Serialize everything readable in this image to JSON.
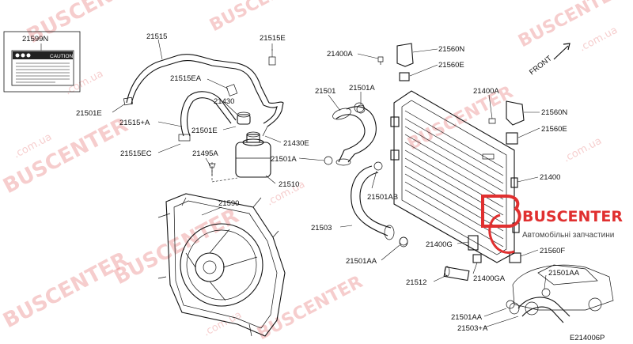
{
  "diagram": {
    "code": "E214006P",
    "front_label": "FRONT",
    "caution_card": {
      "part_no": "21599N",
      "text": "CAUTION"
    },
    "brand": {
      "name": "BUSCENTER",
      "tagline": "Автомобільні запчастини",
      "color": "#e03030"
    },
    "watermarks": [
      "BUSCENTER",
      ".com.ua"
    ],
    "part_labels": {
      "l21515": "21515",
      "l21515E": "21515E",
      "l21515EA": "21515EA",
      "l21501E": "21501E",
      "l21430": "21430",
      "l21515A": "21515+A",
      "l21501E2": "21501E",
      "l21430E": "21430E",
      "l21515EC": "21515EC",
      "l21495A": "21495A",
      "l21510": "21510",
      "l21590": "21590",
      "l21400A": "21400A",
      "l21560N": "21560N",
      "l21560E": "21560E",
      "l21501": "21501",
      "l21501A": "21501A",
      "l21400A2": "21400A",
      "l21560N2": "21560N",
      "l21560E2": "21560E",
      "l21501A2": "21501A",
      "l21501AB": "21501AB",
      "l21400": "21400",
      "l21503": "21503",
      "l21400G": "21400G",
      "l21560F": "21560F",
      "l21501AA": "21501AA",
      "l21400GA": "21400GA",
      "l21501AA2": "21501AA",
      "l21512": "21512",
      "l21501AA3": "21501AA",
      "l21503A": "21503+A"
    }
  }
}
